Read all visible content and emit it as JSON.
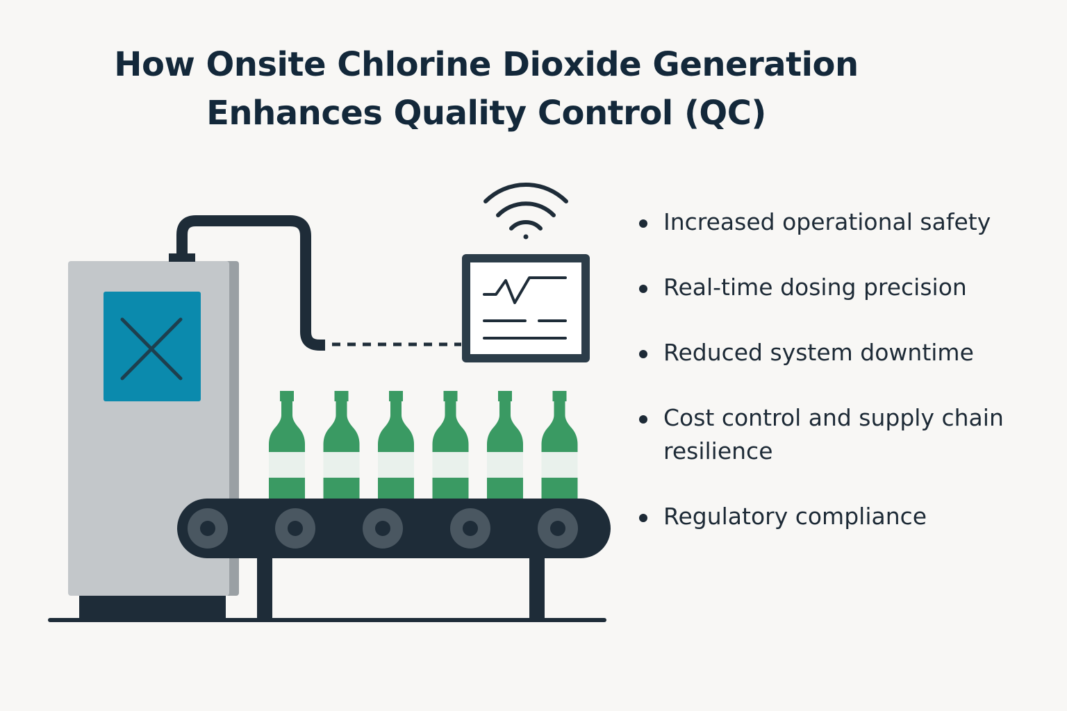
{
  "title": {
    "line1": "How Onsite Chlorine Dioxide Generation",
    "line2": "Enhances Quality Control (QC)"
  },
  "benefits": [
    "Increased operational safety",
    "Real-time dosing precision",
    "Reduced system downtime",
    "Cost control and supply chain resilience",
    "Regulatory compliance"
  ],
  "illustration": {
    "generator_icon": "x-mark-icon",
    "monitor_icon": "signal-waveform-icon",
    "wireless_icon": "wifi-icon",
    "bottle_count": 6,
    "roller_count": 5,
    "colors": {
      "dark": "#1e2c38",
      "generator_body": "#c3c7ca",
      "generator_panel": "#0b8aad",
      "bottle": "#3a9a63",
      "bottle_label": "#e9f1ec",
      "roller": "#4a5761"
    }
  }
}
